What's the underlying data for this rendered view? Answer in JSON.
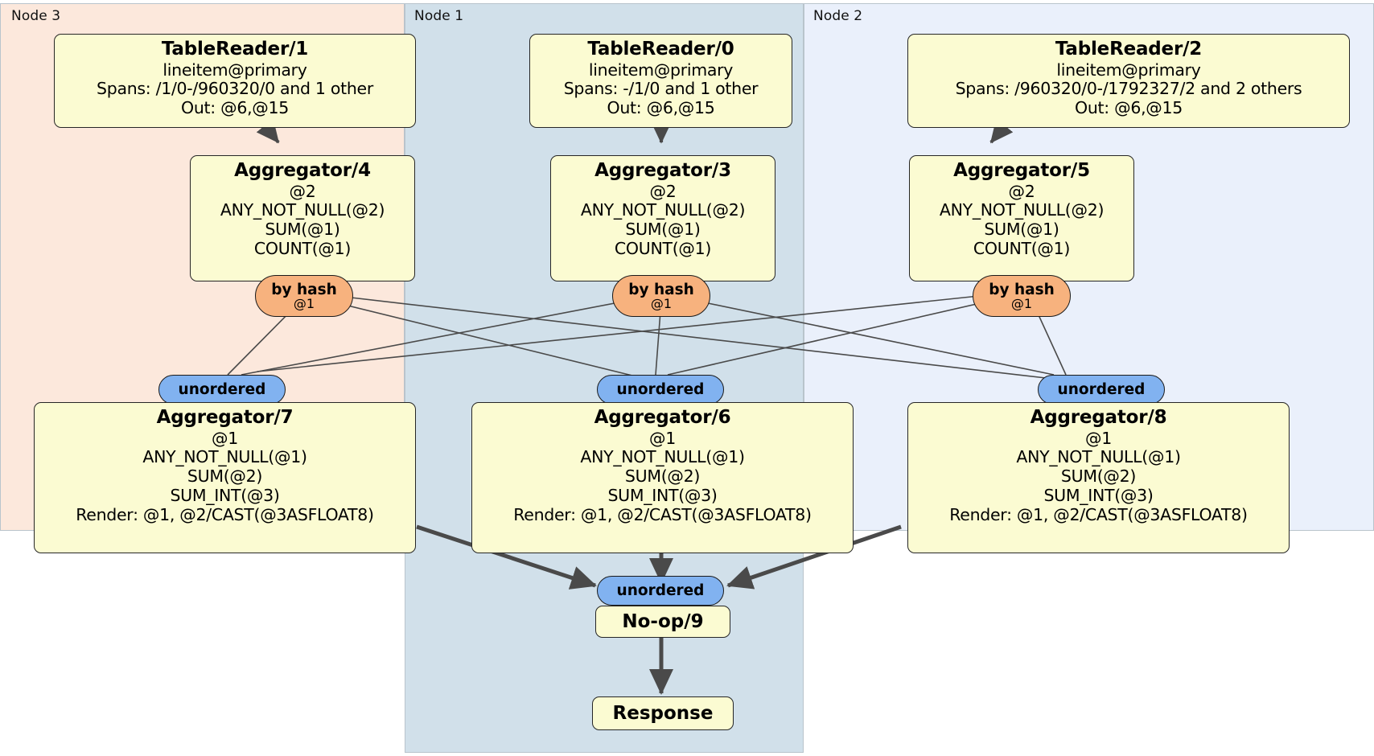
{
  "diagram": {
    "type": "distributed-query-plan",
    "colors": {
      "node3_bg": "#fce8dc",
      "node1_bg": "#d1e0ea",
      "node2_bg": "#eaf0fb",
      "box_bg": "#fbfbd2",
      "box_border": "#262626",
      "hash_pill_bg": "#f7b27e",
      "unordered_pill_bg": "#81b2f0",
      "edge": "#4a4a4a"
    }
  },
  "panels": [
    {
      "id": "node3",
      "label": "Node 3"
    },
    {
      "id": "node1",
      "label": "Node 1"
    },
    {
      "id": "node2",
      "label": "Node 2"
    }
  ],
  "nodes": {
    "table_reader_1": {
      "title": "TableReader/1",
      "lines": [
        "lineitem@primary",
        "Spans: /1/0-/960320/0 and 1 other",
        "Out: @6,@15"
      ]
    },
    "table_reader_0": {
      "title": "TableReader/0",
      "lines": [
        "lineitem@primary",
        "Spans: -/1/0 and 1 other",
        "Out: @6,@15"
      ]
    },
    "table_reader_2": {
      "title": "TableReader/2",
      "lines": [
        "lineitem@primary",
        "Spans: /960320/0-/1792327/2 and 2 others",
        "Out: @6,@15"
      ]
    },
    "aggregator_4": {
      "title": "Aggregator/4",
      "lines": [
        "@2",
        "ANY_NOT_NULL(@2)",
        "SUM(@1)",
        "COUNT(@1)"
      ]
    },
    "aggregator_3": {
      "title": "Aggregator/3",
      "lines": [
        "@2",
        "ANY_NOT_NULL(@2)",
        "SUM(@1)",
        "COUNT(@1)"
      ]
    },
    "aggregator_5": {
      "title": "Aggregator/5",
      "lines": [
        "@2",
        "ANY_NOT_NULL(@2)",
        "SUM(@1)",
        "COUNT(@1)"
      ]
    },
    "aggregator_7": {
      "title": "Aggregator/7",
      "lines": [
        "@1",
        "ANY_NOT_NULL(@1)",
        "SUM(@2)",
        "SUM_INT(@3)",
        "Render: @1, @2/CAST(@3ASFLOAT8)"
      ]
    },
    "aggregator_6": {
      "title": "Aggregator/6",
      "lines": [
        "@1",
        "ANY_NOT_NULL(@1)",
        "SUM(@2)",
        "SUM_INT(@3)",
        "Render: @1, @2/CAST(@3ASFLOAT8)"
      ]
    },
    "aggregator_8": {
      "title": "Aggregator/8",
      "lines": [
        "@1",
        "ANY_NOT_NULL(@1)",
        "SUM(@2)",
        "SUM_INT(@3)",
        "Render: @1, @2/CAST(@3ASFLOAT8)"
      ]
    },
    "noop_9": {
      "title": "No-op/9"
    },
    "response": {
      "title": "Response"
    }
  },
  "pills": {
    "by_hash": {
      "label": "by hash",
      "sub": "@1"
    },
    "unordered": {
      "label": "unordered"
    }
  }
}
